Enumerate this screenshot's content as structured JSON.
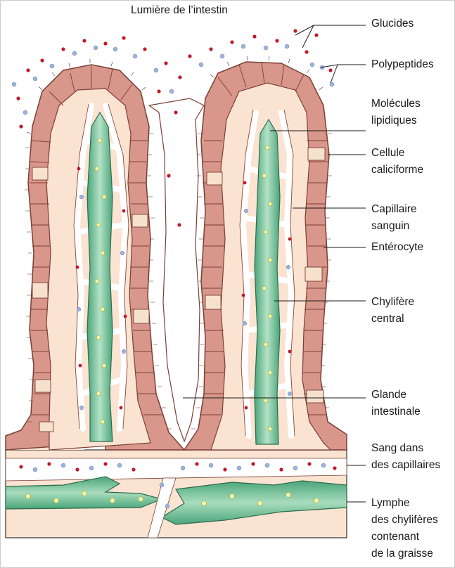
{
  "title": "Lumière de l’intestin",
  "labels": [
    {
      "id": "glucides",
      "lines": [
        "Glucides"
      ]
    },
    {
      "id": "polypeptides",
      "lines": [
        "Polypeptides"
      ]
    },
    {
      "id": "molecules-lipidiques",
      "lines": [
        "Molécules",
        "lipidiques"
      ]
    },
    {
      "id": "cellule-caliciforme",
      "lines": [
        "Cellule",
        "caliciforme"
      ]
    },
    {
      "id": "capillaire-sanguin",
      "lines": [
        "Capillaire",
        "sanguin"
      ]
    },
    {
      "id": "enterocyte",
      "lines": [
        "Entérocyte"
      ]
    },
    {
      "id": "chylifere-central",
      "lines": [
        "Chylifère",
        "central"
      ]
    },
    {
      "id": "glande-intestinale",
      "lines": [
        "Glande",
        "intestinale"
      ]
    },
    {
      "id": "sang-capillaires",
      "lines": [
        "Sang dans",
        "des capillaires"
      ]
    },
    {
      "id": "lymphe",
      "lines": [
        "Lymphe",
        "des chylifères",
        "contenant",
        "de la graisse"
      ]
    }
  ],
  "colors": {
    "epithelium": "#d9968a",
    "epithelium_edge": "#7a3f36",
    "lamina": "#fbe3d2",
    "lacteal": "#5fb58a",
    "lacteal_light": "#a9dcbd",
    "red_dot": "#c0192b",
    "blue_dot": "#9fb2dc",
    "fat_dot": "#f4f3a6",
    "goblet": "#f6e1cd"
  }
}
